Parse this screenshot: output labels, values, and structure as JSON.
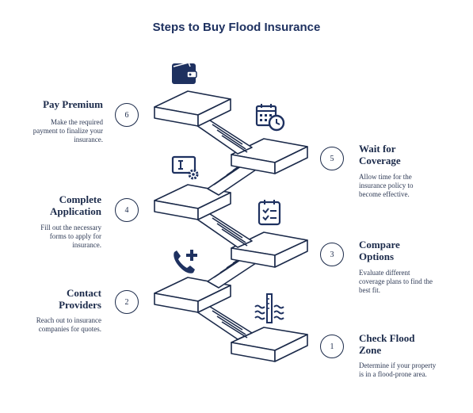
{
  "title": "Steps to Buy Flood Insurance",
  "steps": [
    {
      "number": "1",
      "title_line1": "Check Flood",
      "title_line2": "Zone",
      "desc_line1": "Determine if your property",
      "desc_line2": "is in a flood-prone area.",
      "desc_line3": "",
      "icon": "flood-level-icon"
    },
    {
      "number": "2",
      "title_line1": "Contact",
      "title_line2": "Providers",
      "desc_line1": "Reach out to insurance",
      "desc_line2": "companies for quotes.",
      "desc_line3": "",
      "icon": "phone-plus-icon"
    },
    {
      "number": "3",
      "title_line1": "Compare",
      "title_line2": "Options",
      "desc_line1": "Evaluate different",
      "desc_line2": "coverage plans to find the",
      "desc_line3": "best fit.",
      "icon": "checklist-icon"
    },
    {
      "number": "4",
      "title_line1": "Complete",
      "title_line2": "Application",
      "desc_line1": "Fill out the necessary",
      "desc_line2": "forms to apply for",
      "desc_line3": "insurance.",
      "icon": "form-settings-icon"
    },
    {
      "number": "5",
      "title_line1": "Wait for",
      "title_line2": "Coverage",
      "desc_line1": "Allow time for the",
      "desc_line2": "insurance policy to",
      "desc_line3": "become effective.",
      "icon": "calendar-clock-icon"
    },
    {
      "number": "6",
      "title_line1": "Pay Premium",
      "title_line2": "",
      "desc_line1": "Make the required",
      "desc_line2": "payment to finalize your",
      "desc_line3": "insurance.",
      "icon": "wallet-icon"
    }
  ],
  "colors": {
    "ink": "#1b2a4a",
    "accent": "#1e3160",
    "fill": "#ffffff"
  }
}
